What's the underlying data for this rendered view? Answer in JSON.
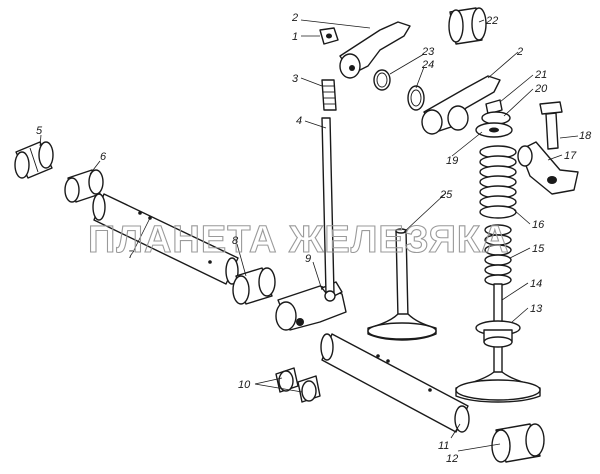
{
  "watermark": "ПЛАНЕТА ЖЕЛЕЗЯКА",
  "callouts": {
    "c1": "1",
    "c2a": "2",
    "c2b": "2",
    "c3": "3",
    "c4": "4",
    "c5": "5",
    "c6": "6",
    "c7": "7",
    "c8": "8",
    "c9": "9",
    "c10": "10",
    "c11": "11",
    "c12": "12",
    "c13": "13",
    "c14": "14",
    "c15": "15",
    "c16": "16",
    "c17": "17",
    "c18": "18",
    "c19": "19",
    "c20": "20",
    "c21": "21",
    "c22": "22",
    "c23": "23",
    "c24": "24",
    "c25": "25"
  }
}
